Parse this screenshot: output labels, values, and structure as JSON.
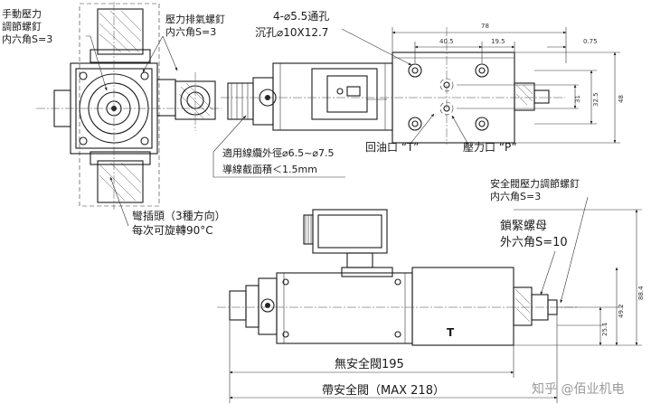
{
  "top_view": {
    "manual_screw_line1": "手動壓力",
    "manual_screw_line2": "調節螺釘",
    "manual_screw_line3": "内六角S=3",
    "bleed_screw_line1": "壓力排氣螺釘",
    "bleed_screw_line2": "内六角S=3",
    "holes_line1": "4-⌀5.5通孔",
    "holes_line2": "沉孔⌀10X12.7",
    "dim_78": "78",
    "dim_40_5": "40.5",
    "dim_19_5": "19.5",
    "dim_0_75": "0.75",
    "dim_31": "31",
    "dim_32_5": "32.5",
    "dim_48": "48",
    "cable_line1": "適用線纜外徑⌀6.5~⌀7.5",
    "cable_line2": "導線截面積＜1.5mm",
    "return_port": "回油口 “T”",
    "pressure_port": "壓力口 “P”",
    "plug_line1": "彎插頭（3種方向）",
    "plug_line2": "每次可旋轉90°C"
  },
  "side_view": {
    "safety_screw_line1": "安全閥壓力調節螺釘",
    "safety_screw_line2": "内六角S=3",
    "lock_nut_line1": "鎖緊螺母",
    "lock_nut_line2": "外六角S=10",
    "dim_88_4": "88.4",
    "dim_49_2": "49.2",
    "dim_25_1": "25.1",
    "port_t": "T",
    "no_safety_valve": "無安全閥195",
    "with_safety_valve": "帶安全閥（MAX 218）"
  },
  "watermark": "知乎 @佰业机电"
}
